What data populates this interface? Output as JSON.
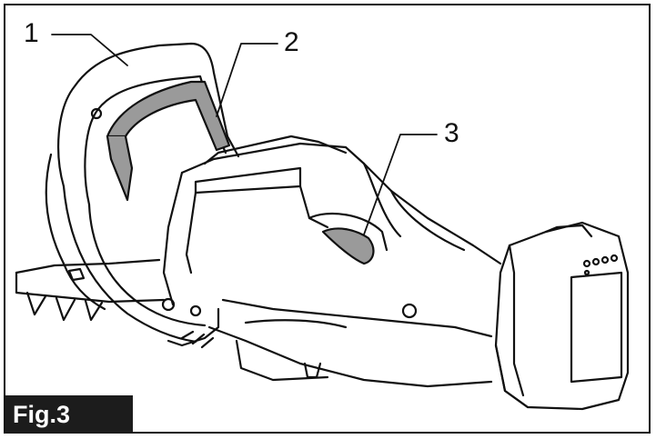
{
  "figure": {
    "label": "Fig.3"
  },
  "callouts": [
    {
      "number": "1",
      "part": "front-handle"
    },
    {
      "number": "2",
      "part": "grip-area"
    },
    {
      "number": "3",
      "part": "switch-trigger"
    }
  ],
  "colors": {
    "ink": "#111111",
    "grip_shade": "#9a9a9a",
    "label_background": "#1c1c1c",
    "label_text": "#ffffff"
  }
}
